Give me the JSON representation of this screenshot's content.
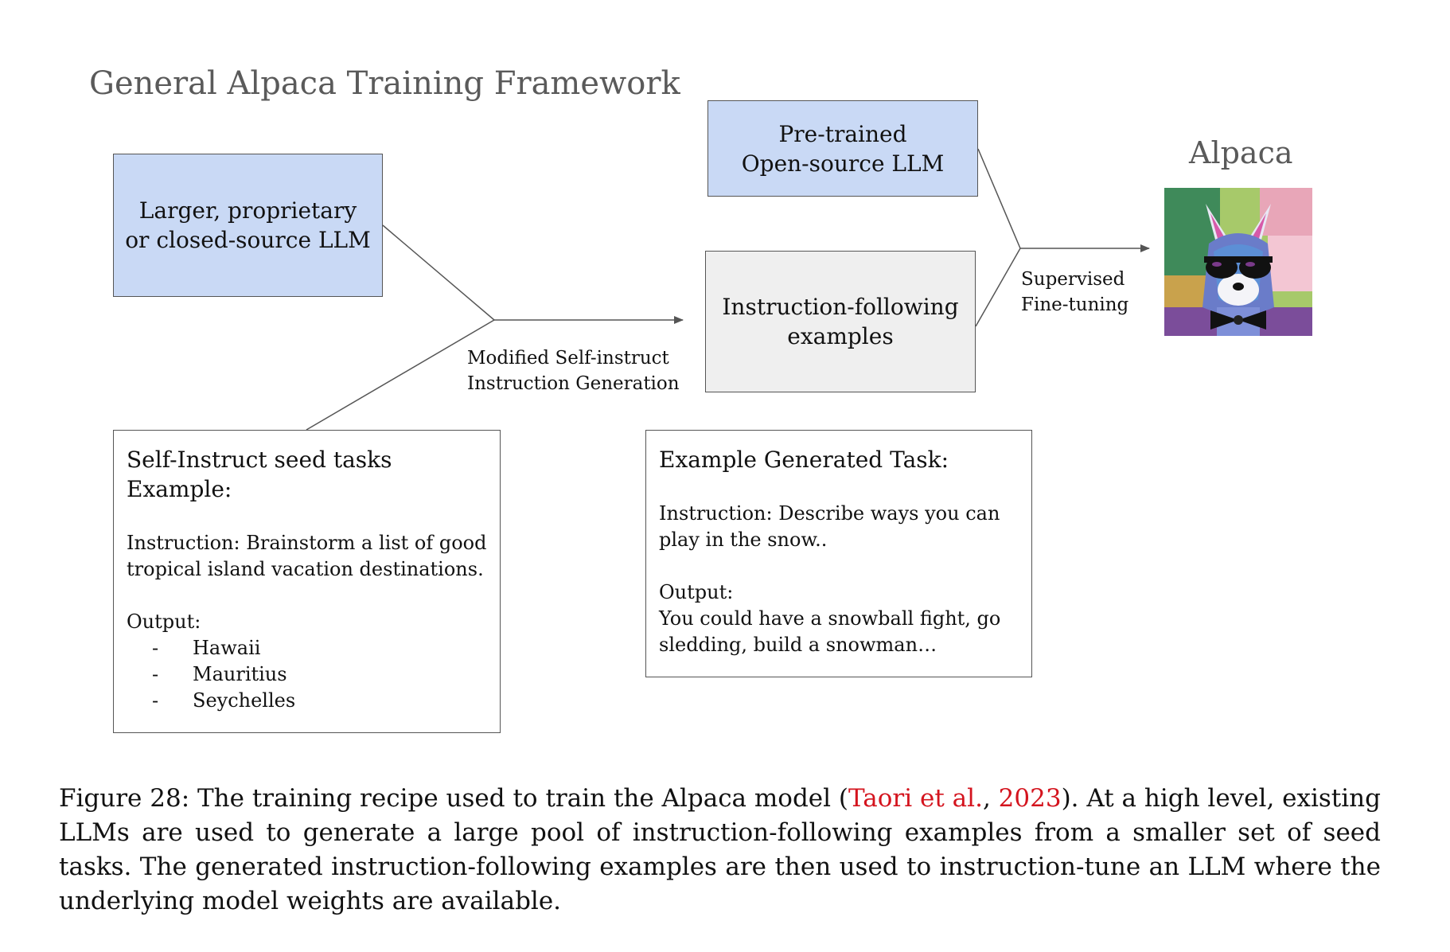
{
  "figure_title": "General Alpaca Training Framework",
  "boxes": {
    "proprietary_llm": "Larger, proprietary or closed-source LLM",
    "pretrained_llm": [
      "Pre-trained",
      "Open-source LLM"
    ],
    "instruction_examples": [
      "Instruction-following",
      "examples"
    ]
  },
  "edge_labels": {
    "self_instruct": [
      "Modified Self-instruct",
      "Instruction Generation"
    ],
    "fine_tuning": [
      "Supervised",
      "Fine-tuning"
    ]
  },
  "output_label": "Alpaca",
  "seed_tasks": {
    "heading": [
      "Self-Instruct seed tasks",
      "Example:"
    ],
    "instruction": [
      "Instruction: Brainstorm a list of good",
      "tropical island vacation destinations."
    ],
    "output_label": "Output:",
    "bullet_marker": "-",
    "items": [
      "Hawaii",
      "Mauritius",
      "Seychelles"
    ]
  },
  "generated_task": {
    "heading": "Example Generated Task:",
    "instruction": [
      "Instruction: Describe ways you can",
      "play in the snow.."
    ],
    "output_label": "Output:",
    "output": [
      "You could have a snowball fight, go",
      "sledding, build a snowman…"
    ]
  },
  "caption": {
    "prefix": "Figure 28: The training recipe used to train the Alpaca model (",
    "cite_author": "Taori et al.",
    "cite_sep": ", ",
    "cite_year": "2023",
    "suffix": "). At a high level, existing LLMs are used to generate a large pool of instruction-following examples from a smaller set of seed tasks. The generated instruction-following examples are then used to instruction-tune an LLM where the underlying model weights are available."
  }
}
